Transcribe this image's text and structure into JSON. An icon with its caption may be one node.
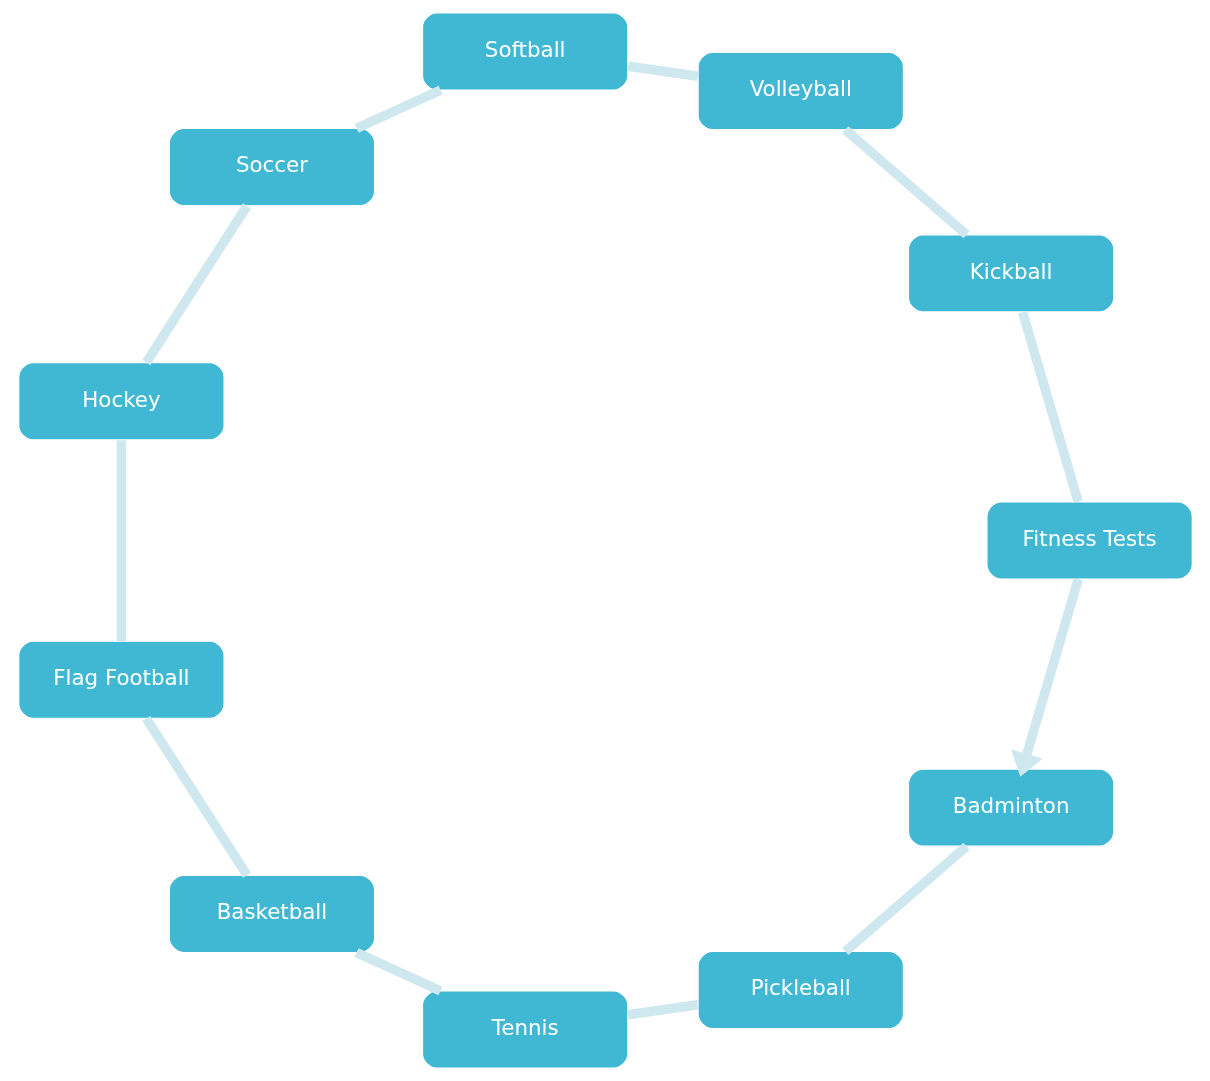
{
  "diagram": {
    "nodes": [
      {
        "text": [
          "Badminton"
        ]
      },
      {
        "text": [
          "Pickleball"
        ]
      },
      {
        "text": [
          "Tennis"
        ]
      },
      {
        "text": [
          "Basketball"
        ]
      },
      {
        "text": [
          "Flag Football"
        ]
      },
      {
        "text": [
          "Hockey"
        ]
      },
      {
        "text": [
          "Soccer"
        ]
      },
      {
        "text": [
          "Softball"
        ]
      },
      {
        "text": [
          "Volleyball"
        ]
      },
      {
        "text": [
          "Kickball"
        ]
      },
      {
        "text": [
          "Fitness Tests"
        ]
      }
    ],
    "edges": [
      {
        "from": 0,
        "to": 1,
        "arrow": "none"
      },
      {
        "from": 1,
        "to": 2,
        "arrow": "none"
      },
      {
        "from": 2,
        "to": 3,
        "arrow": "none"
      },
      {
        "from": 3,
        "to": 4,
        "arrow": "none"
      },
      {
        "from": 4,
        "to": 5,
        "arrow": "none"
      },
      {
        "from": 5,
        "to": 6,
        "arrow": "none"
      },
      {
        "from": 6,
        "to": 7,
        "arrow": "none"
      },
      {
        "from": 7,
        "to": 8,
        "arrow": "none"
      },
      {
        "from": 8,
        "to": 9,
        "arrow": "none"
      },
      {
        "from": 9,
        "to": 10,
        "arrow": "none"
      },
      {
        "from": 10,
        "to": 0,
        "arrow": "to"
      }
    ]
  }
}
